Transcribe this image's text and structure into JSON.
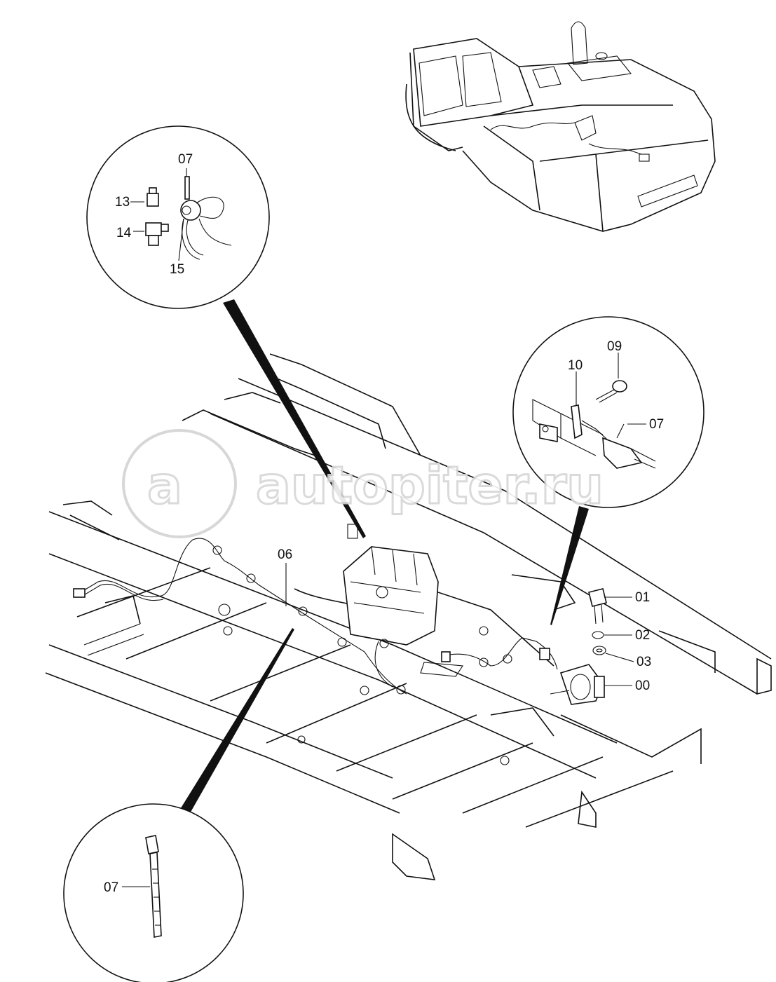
{
  "watermark": {
    "text": "autopiter.ru",
    "logo_mark": "a"
  },
  "callouts": {
    "top_circle": [
      "07",
      "13",
      "14",
      "15"
    ],
    "right_circle": [
      "09",
      "10",
      "07"
    ],
    "bottom_circle": [
      "07"
    ],
    "main": [
      "06",
      "01",
      "02",
      "03",
      "00"
    ]
  },
  "colors": {
    "line": "#111111",
    "background": "#ffffff",
    "watermark": "#d7d7d7"
  }
}
